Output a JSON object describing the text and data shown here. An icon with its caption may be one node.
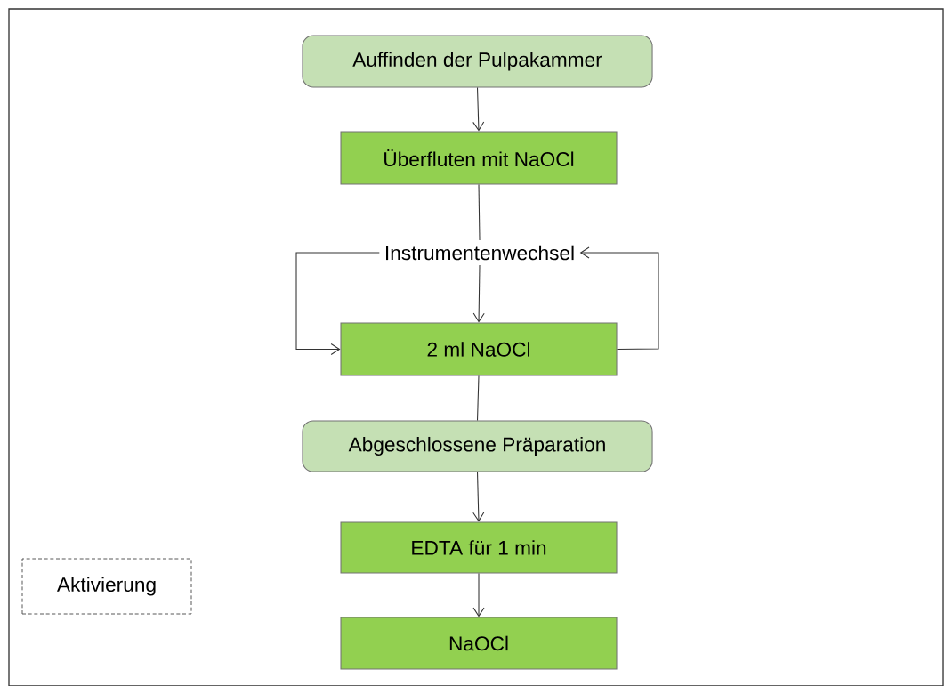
{
  "diagram": {
    "nodes": [
      {
        "text": [
          "Auffinden der Pulpakammer"
        ]
      },
      {
        "text": [
          "Überfluten mit NaOCl"
        ]
      },
      {
        "text": [
          "Instrumentenwechsel"
        ]
      },
      {
        "text": [
          "2 ml NaOCl"
        ]
      },
      {
        "text": [
          "Abgeschlossene Präparation"
        ]
      },
      {
        "text": [
          "EDTA für 1 min"
        ]
      },
      {
        "text": [
          "NaOCl"
        ]
      },
      {
        "text": [
          "Aktivierung"
        ]
      }
    ],
    "edges": [
      {
        "from": 0,
        "to": 1,
        "arrow": "to"
      },
      {
        "from": 1,
        "to": 2,
        "arrow": "none"
      },
      {
        "from": 2,
        "to": 3,
        "arrow": "to"
      },
      {
        "from": 2,
        "to": 3,
        "arrow": "to"
      },
      {
        "from": 3,
        "to": 2,
        "arrow": "to"
      },
      {
        "from": 3,
        "to": 4,
        "arrow": "none"
      },
      {
        "from": 4,
        "to": 5,
        "arrow": "to"
      },
      {
        "from": 5,
        "to": 6,
        "arrow": "to"
      }
    ]
  }
}
